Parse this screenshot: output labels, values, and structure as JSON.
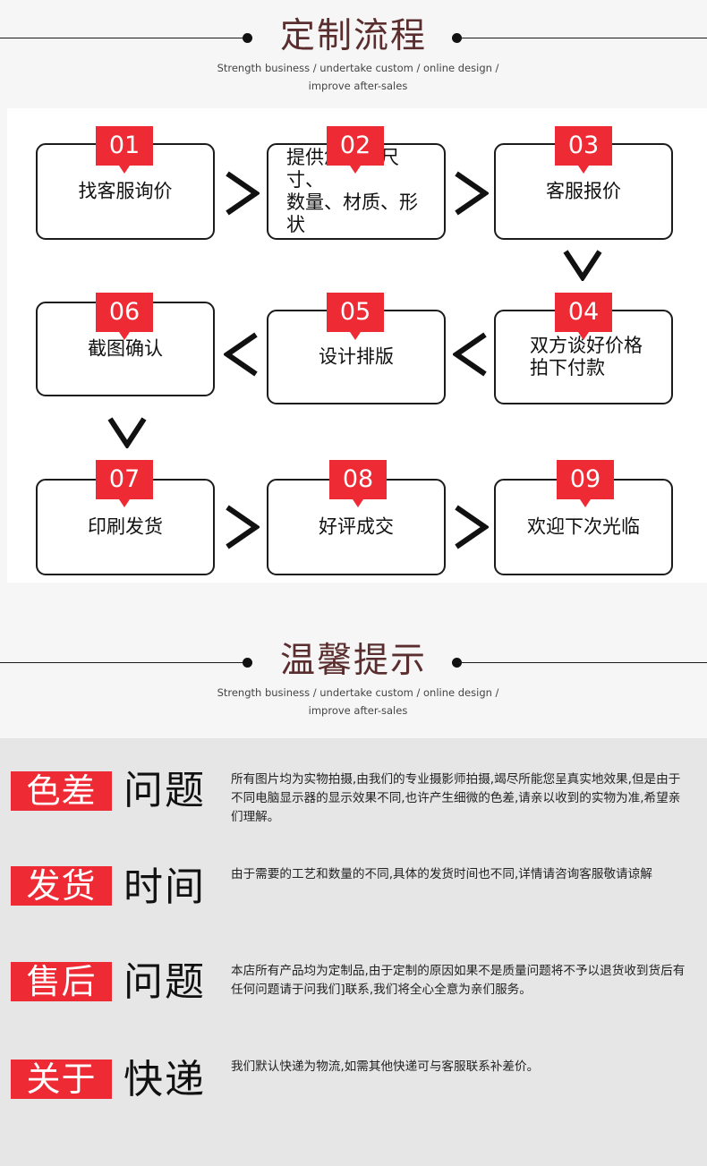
{
  "section1": {
    "title": "定制流程",
    "subtitle_line1": "Strength business / undertake custom / online design /",
    "subtitle_line2": "improve after-sales"
  },
  "steps": [
    {
      "num": "01",
      "text": "找客服询价"
    },
    {
      "num": "02",
      "text": "提供您所需尺寸、\n数量、材质、形状"
    },
    {
      "num": "03",
      "text": "客服报价"
    },
    {
      "num": "04",
      "text": "双方谈好价格\n拍下付款"
    },
    {
      "num": "05",
      "text": "设计排版"
    },
    {
      "num": "06",
      "text": "截图确认"
    },
    {
      "num": "07",
      "text": "印刷发货"
    },
    {
      "num": "08",
      "text": "好评成交"
    },
    {
      "num": "09",
      "text": "欢迎下次光临"
    }
  ],
  "section2": {
    "title": "温馨提示",
    "subtitle_line1": "Strength business / undertake custom / online design /",
    "subtitle_line2": "improve after-sales"
  },
  "tips": [
    {
      "tag": "色差",
      "word": "问题",
      "desc": "所有图片均为实物拍摄,由我们的专业摄影师拍摄,竭尽所能您呈真实地效果,但是由于不同电脑显示器的显示效果不同,也许产生细微的色差,请亲以收到的实物为准,希望亲们理解。"
    },
    {
      "tag": "发货",
      "word": "时间",
      "desc": "由于需要的工艺和数量的不同,具体的发货时间也不同,详情请咨询客服敬请谅解"
    },
    {
      "tag": "售后",
      "word": "问题",
      "desc": "本店所有产品均为定制品,由于定制的原因如果不是质量问题将不予以退货收到货后有任何问题请于问我们]联系,我们将全心全意为亲们服务。"
    },
    {
      "tag": "关于",
      "word": "快递",
      "desc": "我们默认快递为物流,如需其他快递可与客服联系补差价。"
    }
  ],
  "colors": {
    "accent": "#ee2b35",
    "title": "#5a2e2e",
    "panel": "#e6e6e7"
  }
}
